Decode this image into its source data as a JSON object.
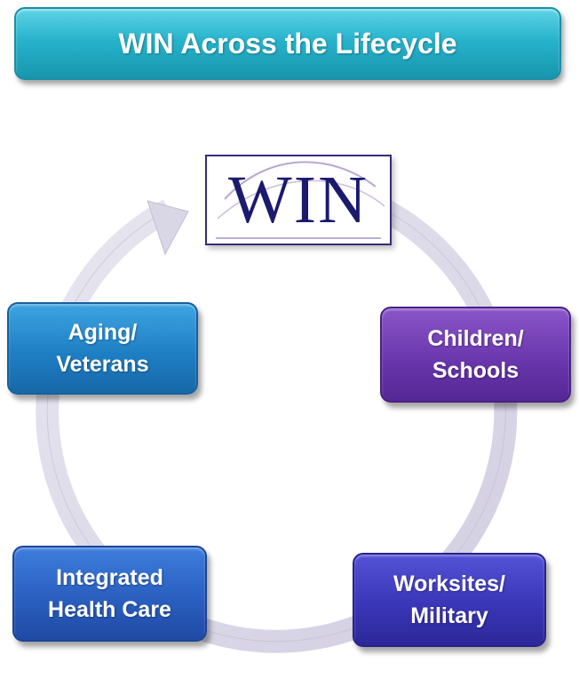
{
  "title": "WIN Across the Lifecycle",
  "logo": {
    "text": "WIN"
  },
  "cycle": {
    "direction": "clockwise",
    "arrow_color": "#d9d6e6",
    "nodes": [
      {
        "id": "children",
        "line1": "Children/",
        "line2": "Schools",
        "color": "#6a37ad"
      },
      {
        "id": "worksites",
        "line1": "Worksites/",
        "line2": "Military",
        "color": "#3a36b8"
      },
      {
        "id": "integrated",
        "line1": "Integrated",
        "line2": "Health Care",
        "color": "#2a5fc0"
      },
      {
        "id": "aging",
        "line1": "Aging/",
        "line2": "Veterans",
        "color": "#1f7fc4"
      }
    ]
  },
  "colors": {
    "title_banner": "#27b3cc",
    "logo_text": "#1b1a6e"
  }
}
